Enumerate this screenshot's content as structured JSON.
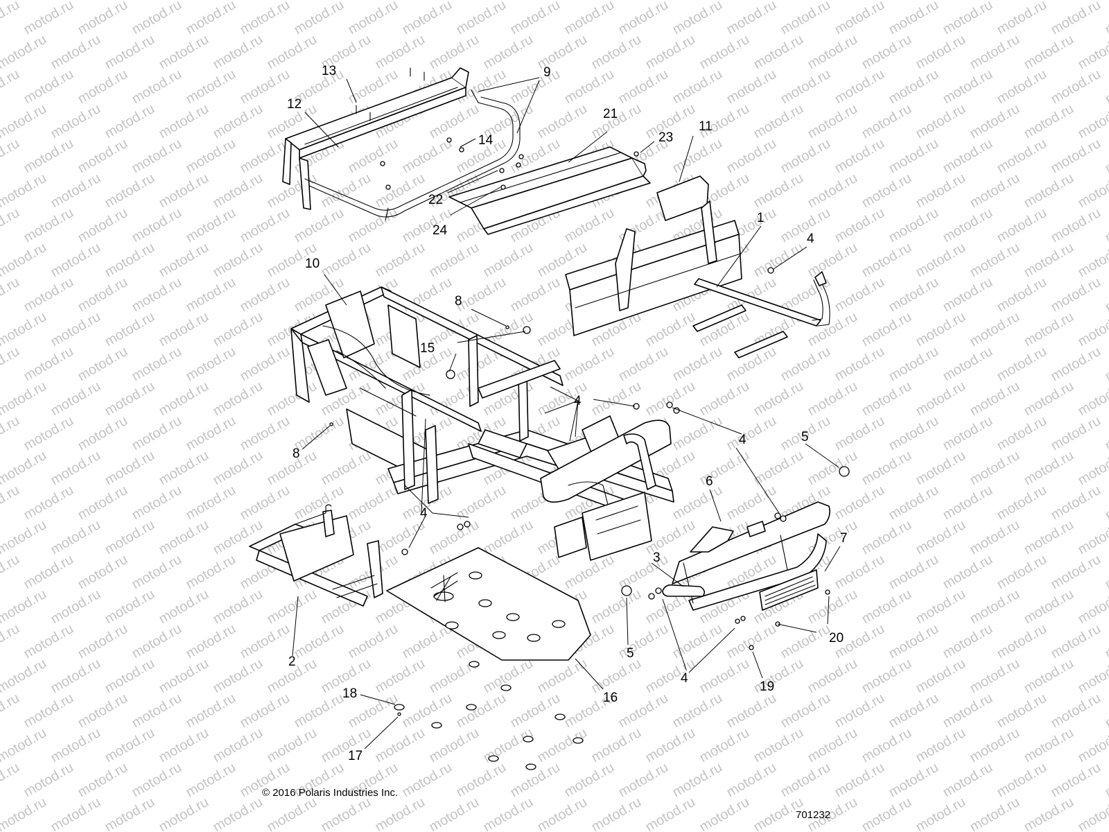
{
  "watermark": "motod.ru",
  "copyright": "© 2016 Polaris Industries Inc.",
  "diagram_id": "701232",
  "callouts": [
    "13",
    "12",
    "9",
    "14",
    "21",
    "23",
    "11",
    "22",
    "24",
    "1",
    "4",
    "10",
    "8",
    "15",
    "4",
    "8",
    "4",
    "5",
    "6",
    "4",
    "4",
    "7",
    "3",
    "2",
    "5",
    "20",
    "4",
    "19",
    "16",
    "18",
    "17"
  ]
}
